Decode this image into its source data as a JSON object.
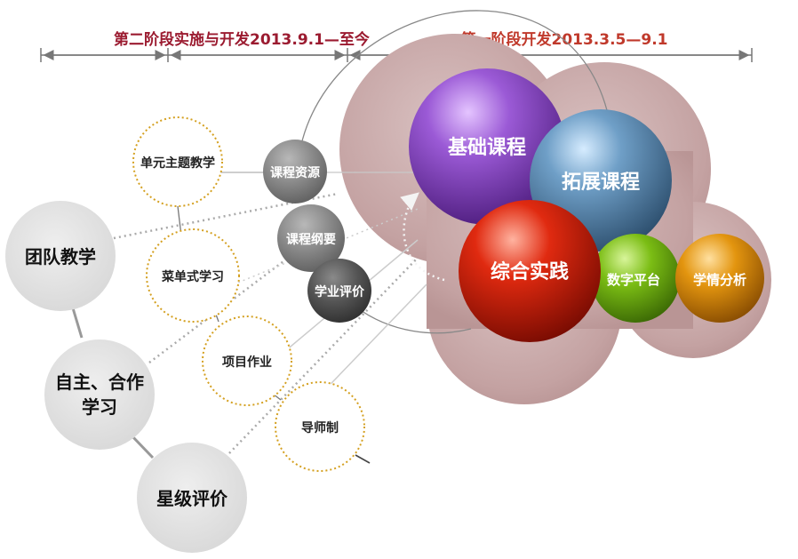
{
  "timeline": {
    "phase2": "第二阶段实施与开发2013.9.1—至今",
    "phase1": "第一阶段开发2013.3.5—9.1",
    "phase2_color": "#9b1b30",
    "phase1_color": "#c0392b"
  },
  "spheres": {
    "basic": "基础课程",
    "extended": "拓展课程",
    "comprehensive": "综合实践",
    "digital": "数字平台",
    "analysis": "学情分析"
  },
  "gray_nodes": {
    "resources": "课程资源",
    "outline": "课程纲要",
    "assessment": "学业评价"
  },
  "dotted_nodes": {
    "unit": "单元主题教学",
    "menu": "菜单式学习",
    "project": "项目作业",
    "tutor": "导师制"
  },
  "left_nodes": {
    "team": "团队教学",
    "autonomous_line1": "自主、合作",
    "autonomous_line2": "学习",
    "star": "星级评价"
  },
  "colors": {
    "blob": "#c9a9a9",
    "purple": "#7b3fb0",
    "blue": "#4f7fa6",
    "red": "#c81e0a",
    "green": "#6aa80f",
    "orange": "#d4860a",
    "dotted_ring": "#d4a020"
  }
}
